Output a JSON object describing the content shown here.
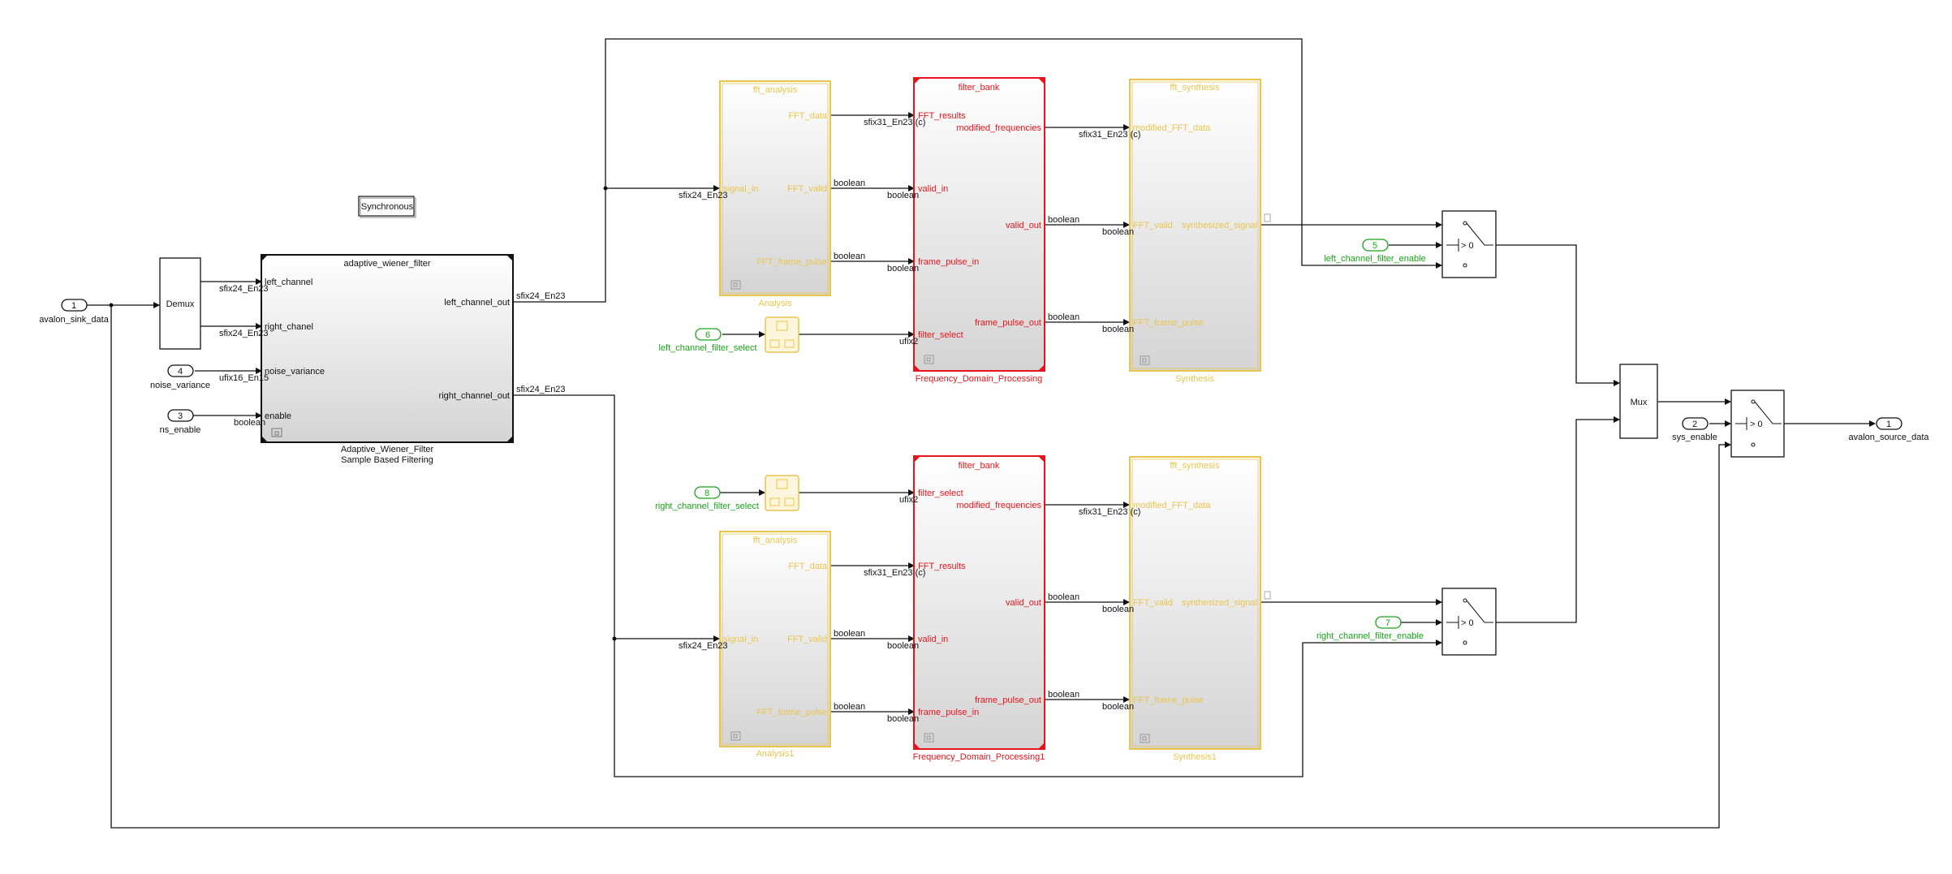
{
  "colors": {
    "black": "#111111",
    "red": "#e8141b",
    "yellow": "#e9c54d",
    "green": "#1aa31a",
    "gradient_top": "#ffffff",
    "gradient_bottom": "#d9d9d9"
  },
  "inports": {
    "avalon_sink_data": {
      "num": "1",
      "name": "avalon_sink_data"
    },
    "noise_variance": {
      "num": "4",
      "name": "noise_variance"
    },
    "ns_enable": {
      "num": "3",
      "name": "ns_enable"
    },
    "left_channel_filter_select": {
      "num": "6",
      "name": "left_channel_filter_select"
    },
    "right_channel_filter_select": {
      "num": "8",
      "name": "right_channel_filter_select"
    },
    "left_channel_filter_enable": {
      "num": "5",
      "name": "left_channel_filter_enable"
    },
    "right_channel_filter_enable": {
      "num": "7",
      "name": "right_channel_filter_enable"
    },
    "sys_enable": {
      "num": "2",
      "name": "sys_enable"
    }
  },
  "outports": {
    "avalon_source_data": {
      "num": "1",
      "name": "avalon_source_data"
    }
  },
  "blocks": {
    "demux": {
      "label": "Demux"
    },
    "mux": {
      "label": "Mux"
    },
    "synchronous": {
      "label": "Synchronous"
    },
    "adaptive": {
      "title": "adaptive_wiener_filter",
      "ports_in": [
        "left_channel",
        "right_chanel",
        "noise_variance",
        "enable"
      ],
      "ports_out": [
        "left_channel_out",
        "right_channel_out"
      ],
      "caption_line1": "Adaptive_Wiener_Filter",
      "caption_line2": "Sample Based Filtering"
    },
    "analysis": {
      "title": "fft_analysis",
      "in": "signal_in",
      "out": [
        "FFT_data",
        "FFT_valid",
        "FFT_frame_pulse"
      ],
      "caption": "Analysis"
    },
    "analysis1": {
      "title": "fft_analysis",
      "in": "signal_in",
      "out": [
        "FFT_data",
        "FFT_valid",
        "FFT_frame_pulse"
      ],
      "caption": "Analysis1"
    },
    "fdp": {
      "title": "filter_bank",
      "in": [
        "FFT_results",
        "valid_in",
        "frame_pulse_in",
        "filter_select"
      ],
      "out": [
        "modified_frequencies",
        "valid_out",
        "frame_pulse_out"
      ],
      "caption": "Frequency_Domain_Processing"
    },
    "fdp1": {
      "title": "filter_bank",
      "in": [
        "filter_select",
        "FFT_results",
        "valid_in",
        "frame_pulse_in"
      ],
      "out": [
        "modified_frequencies",
        "valid_out",
        "frame_pulse_out"
      ],
      "caption": "Frequency_Domain_Processing1"
    },
    "synth": {
      "title": "fft_synthesis",
      "in": [
        "modified_FFT_data",
        "FFT_valid",
        "FFT_frame_pulse"
      ],
      "out": "synthesized_signal",
      "caption": "Synthesis"
    },
    "synth1": {
      "title": "fft_synthesis",
      "in": [
        "modified_FFT_data",
        "FFT_valid",
        "FFT_frame_pulse"
      ],
      "out": "synthesized_signal",
      "caption": "Synthesis1"
    },
    "switch_label": "> 0"
  },
  "signals": {
    "sfix24": "sfix24_En23",
    "sfix31": "sfix31_En23 (c)",
    "boolean": "boolean",
    "ufix2": "ufix2",
    "ufix16": "ufix16_En15"
  }
}
